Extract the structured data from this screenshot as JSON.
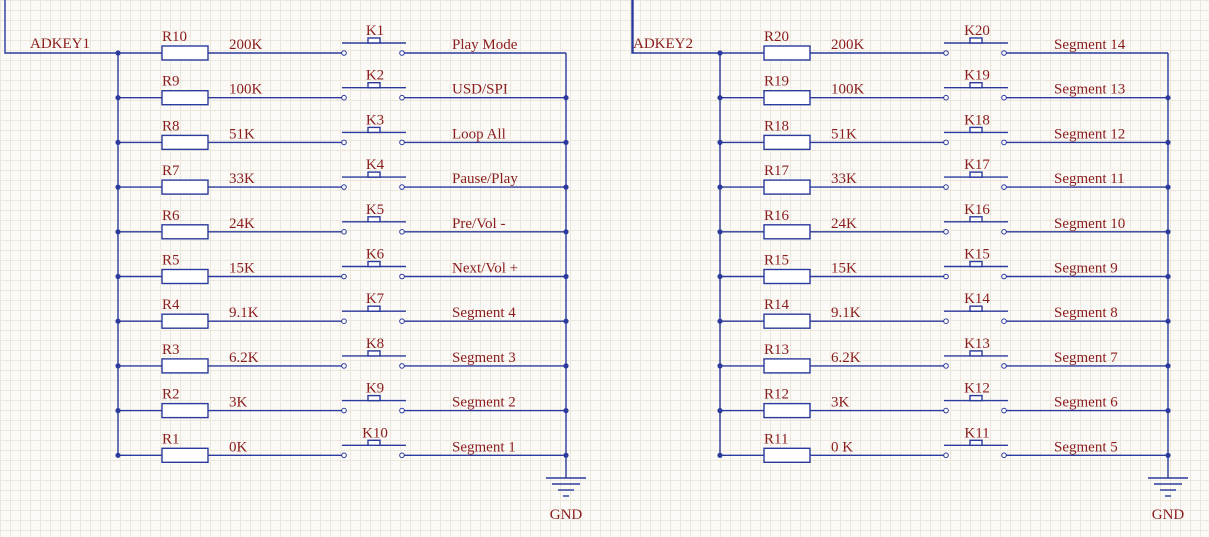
{
  "colors": {
    "wire": "#2b3a9c",
    "label": "#8b1c1c",
    "background": "#fbfaf6",
    "grid": "#ebe7dc"
  },
  "circuits": [
    {
      "net": "ADKEY1",
      "ground": "GND",
      "rows": [
        {
          "resistor": "R10",
          "value": "200K",
          "key": "K1",
          "function": "Play Mode"
        },
        {
          "resistor": "R9",
          "value": "100K",
          "key": "K2",
          "function": "USD/SPI"
        },
        {
          "resistor": "R8",
          "value": "51K",
          "key": "K3",
          "function": "Loop All"
        },
        {
          "resistor": "R7",
          "value": "33K",
          "key": "K4",
          "function": "Pause/Play"
        },
        {
          "resistor": "R6",
          "value": "24K",
          "key": "K5",
          "function": "Pre/Vol -"
        },
        {
          "resistor": "R5",
          "value": "15K",
          "key": "K6",
          "function": "Next/Vol +"
        },
        {
          "resistor": "R4",
          "value": "9.1K",
          "key": "K7",
          "function": "Segment 4"
        },
        {
          "resistor": "R3",
          "value": "6.2K",
          "key": "K8",
          "function": "Segment 3"
        },
        {
          "resistor": "R2",
          "value": "3K",
          "key": "K9",
          "function": "Segment 2"
        },
        {
          "resistor": "R1",
          "value": "0K",
          "key": "K10",
          "function": "Segment 1"
        }
      ]
    },
    {
      "net": "ADKEY2",
      "ground": "GND",
      "rows": [
        {
          "resistor": "R20",
          "value": "200K",
          "key": "K20",
          "function": "Segment 14"
        },
        {
          "resistor": "R19",
          "value": "100K",
          "key": "K19",
          "function": "Segment 13"
        },
        {
          "resistor": "R18",
          "value": "51K",
          "key": "K18",
          "function": "Segment 12"
        },
        {
          "resistor": "R17",
          "value": "33K",
          "key": "K17",
          "function": "Segment 11"
        },
        {
          "resistor": "R16",
          "value": "24K",
          "key": "K16",
          "function": "Segment 10"
        },
        {
          "resistor": "R15",
          "value": "15K",
          "key": "K15",
          "function": "Segment 9"
        },
        {
          "resistor": "R14",
          "value": "9.1K",
          "key": "K14",
          "function": "Segment 8"
        },
        {
          "resistor": "R13",
          "value": "6.2K",
          "key": "K13",
          "function": "Segment 7"
        },
        {
          "resistor": "R12",
          "value": "3K",
          "key": "K12",
          "function": "Segment 6"
        },
        {
          "resistor": "R11",
          "value": "0 K",
          "key": "K11",
          "function": "Segment 5"
        }
      ]
    }
  ]
}
